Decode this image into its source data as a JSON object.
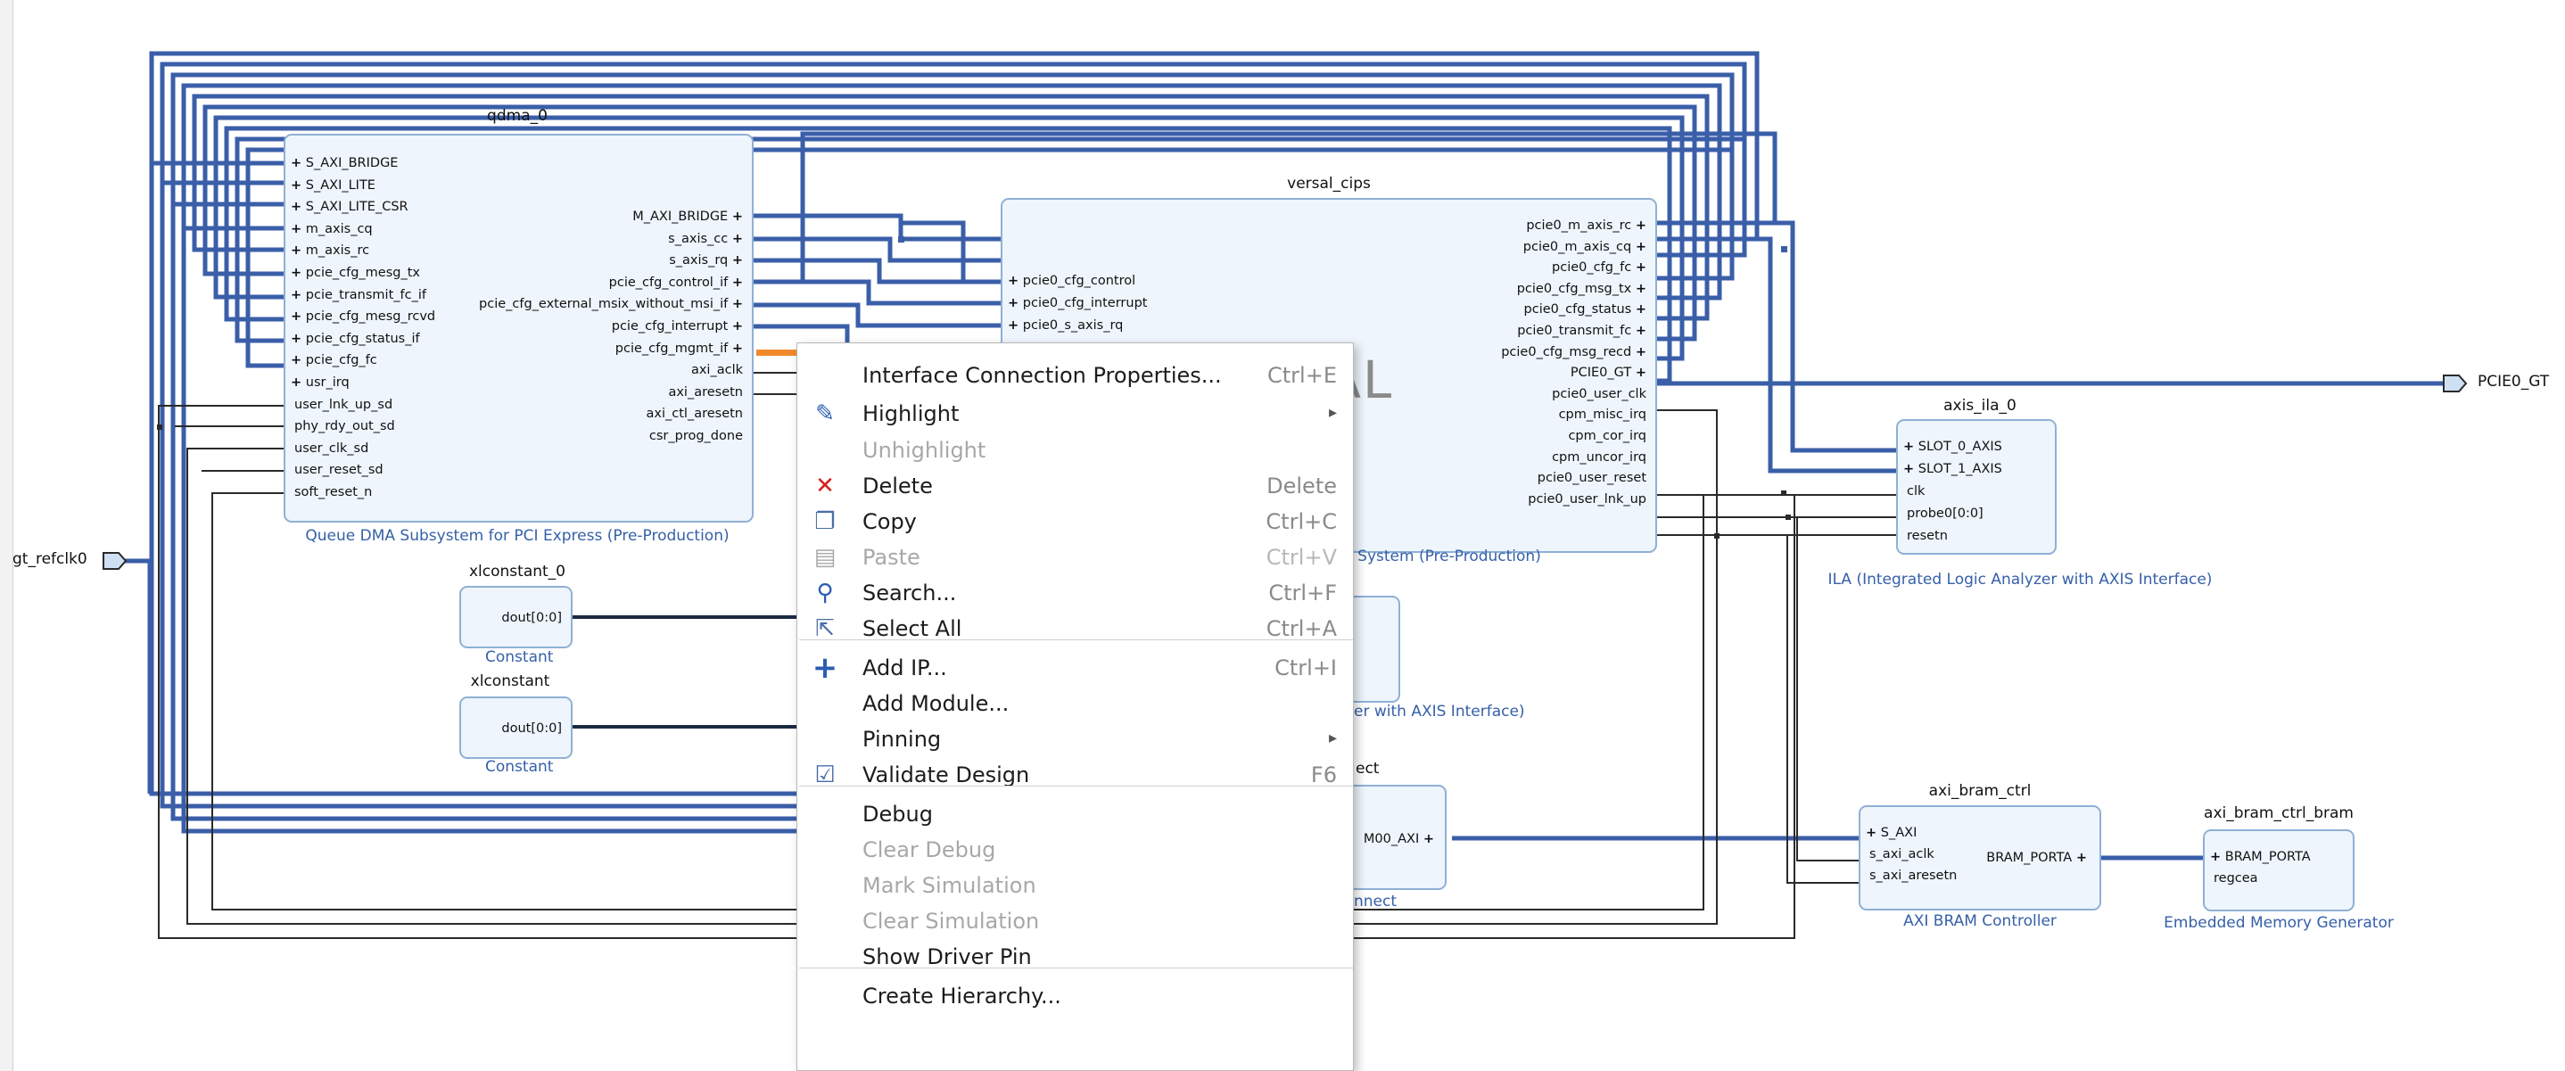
{
  "external_ports": {
    "gt_refclk": "gt_refclk0",
    "pcie_gt": "PCIE0_GT"
  },
  "qdma": {
    "title": "qdma_0",
    "subtitle": "Queue DMA Subsystem for PCI Express (Pre-Production)",
    "left_pins": [
      "S_AXI_BRIDGE",
      "S_AXI_LITE",
      "S_AXI_LITE_CSR",
      "m_axis_cq",
      "m_axis_rc",
      "pcie_cfg_mesg_tx",
      "pcie_transmit_fc_if",
      "pcie_cfg_mesg_rcvd",
      "pcie_cfg_status_if",
      "pcie_cfg_fc",
      "usr_irq",
      "user_lnk_up_sd",
      "phy_rdy_out_sd",
      "user_clk_sd",
      "user_reset_sd",
      "soft_reset_n"
    ],
    "right_pins": [
      "M_AXI_BRIDGE",
      "s_axis_cc",
      "s_axis_rq",
      "pcie_cfg_control_if",
      "pcie_cfg_external_msix_without_msi_if",
      "pcie_cfg_interrupt",
      "pcie_cfg_mgmt_if",
      "axi_aclk",
      "axi_aresetn",
      "axi_ctl_aresetn",
      "csr_prog_done"
    ]
  },
  "cips": {
    "title": "versal_cips",
    "subtitle": "System (Pre-Production)",
    "logo_text": "RSAL",
    "left_pins": [
      "pcie0_cfg_control",
      "pcie0_cfg_interrupt",
      "pcie0_s_axis_rq"
    ],
    "right_pins": [
      "pcie0_m_axis_rc",
      "pcie0_m_axis_cq",
      "pcie0_cfg_fc",
      "pcie0_cfg_msg_tx",
      "pcie0_cfg_status",
      "pcie0_transmit_fc",
      "pcie0_cfg_msg_recd",
      "PCIE0_GT",
      "pcie0_user_clk",
      "cpm_misc_irq",
      "cpm_cor_irq",
      "cpm_uncor_irq",
      "pcie0_user_reset",
      "pcie0_user_lnk_up"
    ]
  },
  "const0": {
    "title": "xlconstant_0",
    "pin": "dout[0:0]",
    "subtitle": "Constant"
  },
  "const1": {
    "title": "xlconstant",
    "pin": "dout[0:0]",
    "subtitle": "Constant"
  },
  "ila": {
    "title": "axis_ila_0",
    "subtitle": "ILA (Integrated Logic Analyzer with AXIS Interface)",
    "pins": [
      "SLOT_0_AXIS",
      "SLOT_1_AXIS",
      "clk",
      "probe0[0:0]",
      "resetn"
    ]
  },
  "hidden_ila": {
    "title_fragment": "1",
    "subtitle_fragment": "er with AXIS Interface)"
  },
  "interconnect": {
    "title_fragment": "ect",
    "pin": "M00_AXI",
    "subtitle_fragment": "nnect"
  },
  "bram_ctrl": {
    "title": "axi_bram_ctrl",
    "subtitle": "AXI BRAM Controller",
    "left_pins": [
      "S_AXI",
      "s_axi_aclk",
      "s_axi_aresetn"
    ],
    "right_pin": "BRAM_PORTA"
  },
  "bram": {
    "title": "axi_bram_ctrl_bram",
    "subtitle": "Embedded Memory Generator",
    "pins": [
      "BRAM_PORTA",
      "regcea"
    ]
  },
  "menu": {
    "items": [
      {
        "label": "Interface Connection Properties...",
        "shortcut": "Ctrl+E",
        "icon": "",
        "enabled": true
      },
      {
        "label": "Highlight",
        "shortcut": "",
        "icon": "highlight-icon",
        "enabled": true,
        "submenu": true
      },
      {
        "label": "Unhighlight",
        "shortcut": "",
        "icon": "",
        "enabled": false
      },
      {
        "label": "Delete",
        "shortcut": "Delete",
        "icon": "delete-icon",
        "enabled": true
      },
      {
        "label": "Copy",
        "shortcut": "Ctrl+C",
        "icon": "copy-icon",
        "enabled": true
      },
      {
        "label": "Paste",
        "shortcut": "Ctrl+V",
        "icon": "paste-icon",
        "enabled": false
      },
      {
        "label": "Search...",
        "shortcut": "Ctrl+F",
        "icon": "search-icon",
        "enabled": true
      },
      {
        "label": "Select All",
        "shortcut": "Ctrl+A",
        "icon": "select-all-icon",
        "enabled": true
      },
      {
        "label": "Add IP...",
        "shortcut": "Ctrl+I",
        "icon": "add-icon",
        "enabled": true
      },
      {
        "label": "Add Module...",
        "shortcut": "",
        "icon": "",
        "enabled": true
      },
      {
        "label": "Pinning",
        "shortcut": "",
        "icon": "",
        "enabled": true,
        "submenu": true
      },
      {
        "label": "Validate Design",
        "shortcut": "F6",
        "icon": "validate-icon",
        "enabled": true
      },
      {
        "label": "Debug",
        "shortcut": "",
        "icon": "",
        "enabled": true
      },
      {
        "label": "Clear Debug",
        "shortcut": "",
        "icon": "",
        "enabled": false
      },
      {
        "label": "Mark Simulation",
        "shortcut": "",
        "icon": "",
        "enabled": false
      },
      {
        "label": "Clear Simulation",
        "shortcut": "",
        "icon": "",
        "enabled": false
      },
      {
        "label": "Show Driver Pin",
        "shortcut": "",
        "icon": "",
        "enabled": true
      },
      {
        "label": "Create Hierarchy...",
        "shortcut": "",
        "icon": "",
        "enabled": true
      }
    ]
  },
  "colors": {
    "wire": "#3a5ea8",
    "block_fill": "#eef5fc",
    "block_border": "#8fb0d4",
    "annotation_arrow": "#1a1aee"
  }
}
